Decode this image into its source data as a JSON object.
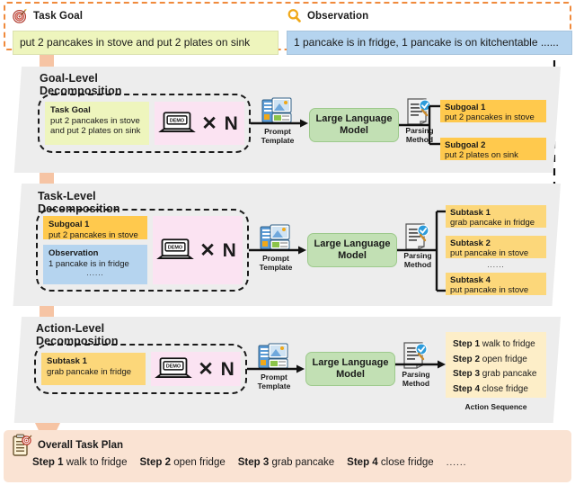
{
  "colors": {
    "band_border": "#f08a3c",
    "task_goal_bg": "#eef5bd",
    "observation_bg": "#b5d4ef",
    "panel_bg": "#ededed",
    "llm_bg": "#c2e0b4",
    "output_amber": "#ffc94d",
    "subtask_amber": "#fcd77a",
    "demo_pane_pink": "#fbe3f2",
    "sequence_bg": "#fdeec8",
    "overall_plan_bg": "#fae3d3",
    "flow_arrow": "#f6c4a4"
  },
  "top_band": {
    "task_goal": {
      "icon": "target-dart-icon",
      "title": "Task Goal",
      "text": "put 2 pancakes in stove and put 2 plates on sink"
    },
    "observation": {
      "icon": "magnifier-icon",
      "title": "Observation",
      "text": "1 pancake is in fridge, 1 pancake is on kitchentable ......"
    }
  },
  "sections": [
    {
      "id": "goal-level",
      "title": "Goal-Level Decomposition",
      "inputs": [
        {
          "label": "Task Goal",
          "value": "put 2 pancakes in stove and put 2 plates on sink",
          "style": "yellowgreen"
        }
      ],
      "demo": {
        "icon": "demo-laptop-icon",
        "label": "DEMO",
        "multiplier": "✕ N"
      },
      "prompt_icon": {
        "icon": "prompt-template-icon",
        "caption": "Prompt\nTemplate",
        "caption_line1": "Prompt",
        "caption_line2": "Template"
      },
      "llm_label": "Large Language\nModel",
      "llm_line1": "Large Language",
      "llm_line2": "Model",
      "parsing_icon": {
        "icon": "parsing-method-icon",
        "caption_line1": "Parsing",
        "caption_line2": "Method"
      },
      "outputs": [
        {
          "label": "Subgoal 1",
          "value": "put 2 pancakes in stove"
        },
        {
          "label": "Subgoal 2",
          "value": "put 2 plates on sink"
        }
      ]
    },
    {
      "id": "task-level",
      "title": "Task-Level Decomposition",
      "inputs": [
        {
          "label": "Subgoal 1",
          "value": "put 2 pancakes in stove",
          "style": "amber"
        },
        {
          "label": "Observation",
          "value": "1 pancake is in fridge",
          "style": "blue",
          "ellipsis": "......"
        }
      ],
      "demo": {
        "icon": "demo-laptop-icon",
        "label": "DEMO",
        "multiplier": "✕ N"
      },
      "prompt_icon": {
        "icon": "prompt-template-icon",
        "caption_line1": "Prompt",
        "caption_line2": "Template"
      },
      "llm_line1": "Large Language",
      "llm_line2": "Model",
      "parsing_icon": {
        "icon": "parsing-method-icon",
        "caption_line1": "Parsing",
        "caption_line2": "Method"
      },
      "outputs": [
        {
          "label": "Subtask 1",
          "value": "grab pancake in fridge"
        },
        {
          "label": "Subtask 2",
          "value": "put pancake in stove"
        },
        {
          "label": "Subtask 4",
          "value": "put pancake in stove"
        }
      ],
      "outputs_ellipsis": "......"
    },
    {
      "id": "action-level",
      "title": "Action-Level Decomposition",
      "inputs": [
        {
          "label": "Subtask 1",
          "value": "grab pancake in fridge",
          "style": "lightamber"
        }
      ],
      "demo": {
        "icon": "demo-laptop-icon",
        "label": "DEMO",
        "multiplier": "✕ N"
      },
      "prompt_icon": {
        "icon": "prompt-template-icon",
        "caption_line1": "Prompt",
        "caption_line2": "Template"
      },
      "llm_line1": "Large Language",
      "llm_line2": "Model",
      "parsing_icon": {
        "icon": "parsing-method-icon",
        "caption_line1": "Parsing",
        "caption_line2": "Method"
      },
      "action_sequence": {
        "caption": "Action Sequence",
        "steps": [
          {
            "label": "Step 1",
            "value": "walk to fridge"
          },
          {
            "label": "Step 2",
            "value": "open fridge"
          },
          {
            "label": "Step 3",
            "value": "grab pancake"
          },
          {
            "label": "Step 4",
            "value": "close fridge"
          }
        ]
      }
    }
  ],
  "bottom_band": {
    "icon": "clipboard-target-icon",
    "title": "Overall Task Plan",
    "steps": [
      {
        "label": "Step 1",
        "value": "walk to fridge"
      },
      {
        "label": "Step 2",
        "value": "open fridge"
      },
      {
        "label": "Step 3",
        "value": "grab pancake"
      },
      {
        "label": "Step 4",
        "value": "close fridge"
      }
    ],
    "tail": "......"
  }
}
